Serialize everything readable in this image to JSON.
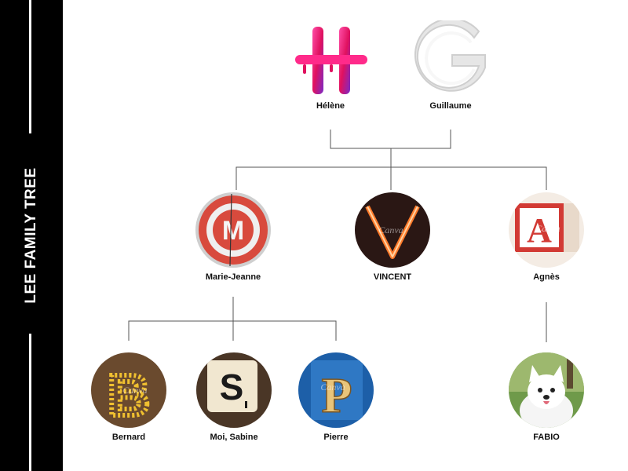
{
  "sidebar": {
    "title": "LEE FAMILY TREE"
  },
  "people": {
    "helene": {
      "name": "Hélène",
      "letter": "H"
    },
    "guillaume": {
      "name": "Guillaume",
      "letter": "G"
    },
    "marie_jeanne": {
      "name": "Marie-Jeanne",
      "letter": "M"
    },
    "vincent": {
      "name": "VINCENT",
      "letter": "V"
    },
    "agnes": {
      "name": "Agnès",
      "letter": "A"
    },
    "bernard": {
      "name": "Bernard",
      "letter": "B"
    },
    "sabine": {
      "name": "Moi, Sabine",
      "letter": "S"
    },
    "pierre": {
      "name": "Pierre",
      "letter": "P"
    },
    "fabio": {
      "name": "FABIO"
    }
  },
  "watermark": "Canva",
  "colors": {
    "sidebar": "#000000",
    "line": "#555555"
  }
}
